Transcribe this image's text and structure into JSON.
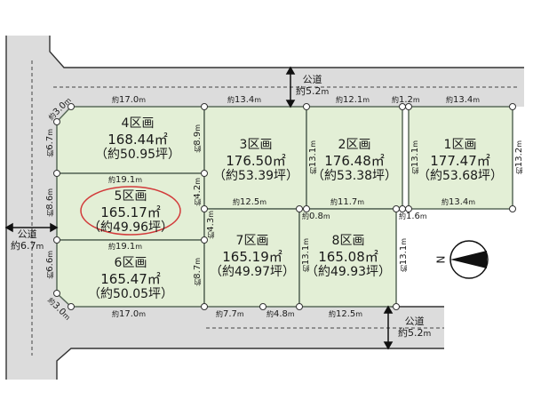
{
  "colors": {
    "lot_fill": "#e3efd6",
    "lot_border": "#5a6a5a",
    "road_fill": "#dcdcdc",
    "road_border": "#333333",
    "highlight_ring": "#d23a3a",
    "background": "#ffffff"
  },
  "roads": {
    "top": {
      "label": "公道",
      "width": "約5.2",
      "unit": "m"
    },
    "left": {
      "label": "公道",
      "width": "約6.7",
      "unit": "m"
    },
    "bottom": {
      "label": "公道",
      "width": "約5.2",
      "unit": "m"
    }
  },
  "compass": {
    "label": "N",
    "icon": "north-arrow-icon"
  },
  "lots": [
    {
      "id": "1",
      "name": "1区画",
      "area": "177.47㎡",
      "tsubo": "（約53.68坪）"
    },
    {
      "id": "2",
      "name": "2区画",
      "area": "176.48㎡",
      "tsubo": "（約53.38坪）"
    },
    {
      "id": "3",
      "name": "3区画",
      "area": "176.50㎡",
      "tsubo": "（約53.39坪）"
    },
    {
      "id": "4",
      "name": "4区画",
      "area": "168.44㎡",
      "tsubo": "（約50.95坪）"
    },
    {
      "id": "5",
      "name": "5区画",
      "area": "165.17㎡",
      "tsubo": "（約49.96坪）",
      "highlighted": true
    },
    {
      "id": "6",
      "name": "6区画",
      "area": "165.47㎡",
      "tsubo": "（約50.05坪）"
    },
    {
      "id": "7",
      "name": "7区画",
      "area": "165.19㎡",
      "tsubo": "（約49.97坪）"
    },
    {
      "id": "8",
      "name": "8区画",
      "area": "165.08㎡",
      "tsubo": "（約49.93坪）"
    }
  ],
  "dimensions": {
    "prefix": "約",
    "unit": "m",
    "top_4": "17.0",
    "top_3": "13.4",
    "top_2": "12.1",
    "top_gap": "1.2",
    "top_1": "13.4",
    "chamfer_top": "3.0",
    "left_4": "6.7",
    "right_4": "8.9",
    "left_3_2": "13.1",
    "left_1": "13.1",
    "right_1": "13.2",
    "bottom_4": "19.1",
    "bottom_3": "12.5",
    "bottom_2": "11.7",
    "bottom_1": "13.4",
    "left_5": "8.6",
    "right_5": "4.2",
    "gap_08": "0.8",
    "gap_16": "1.6",
    "bottom_5": "19.1",
    "right_7_top": "4.3",
    "left_6": "6.6",
    "right_6": "8.7",
    "left_8": "13.1",
    "right_8": "13.1",
    "chamfer_bottom": "3.0",
    "bottom_6": "17.0",
    "bottom_7a": "7.7",
    "bottom_7b": "4.8",
    "bottom_8": "12.5"
  }
}
